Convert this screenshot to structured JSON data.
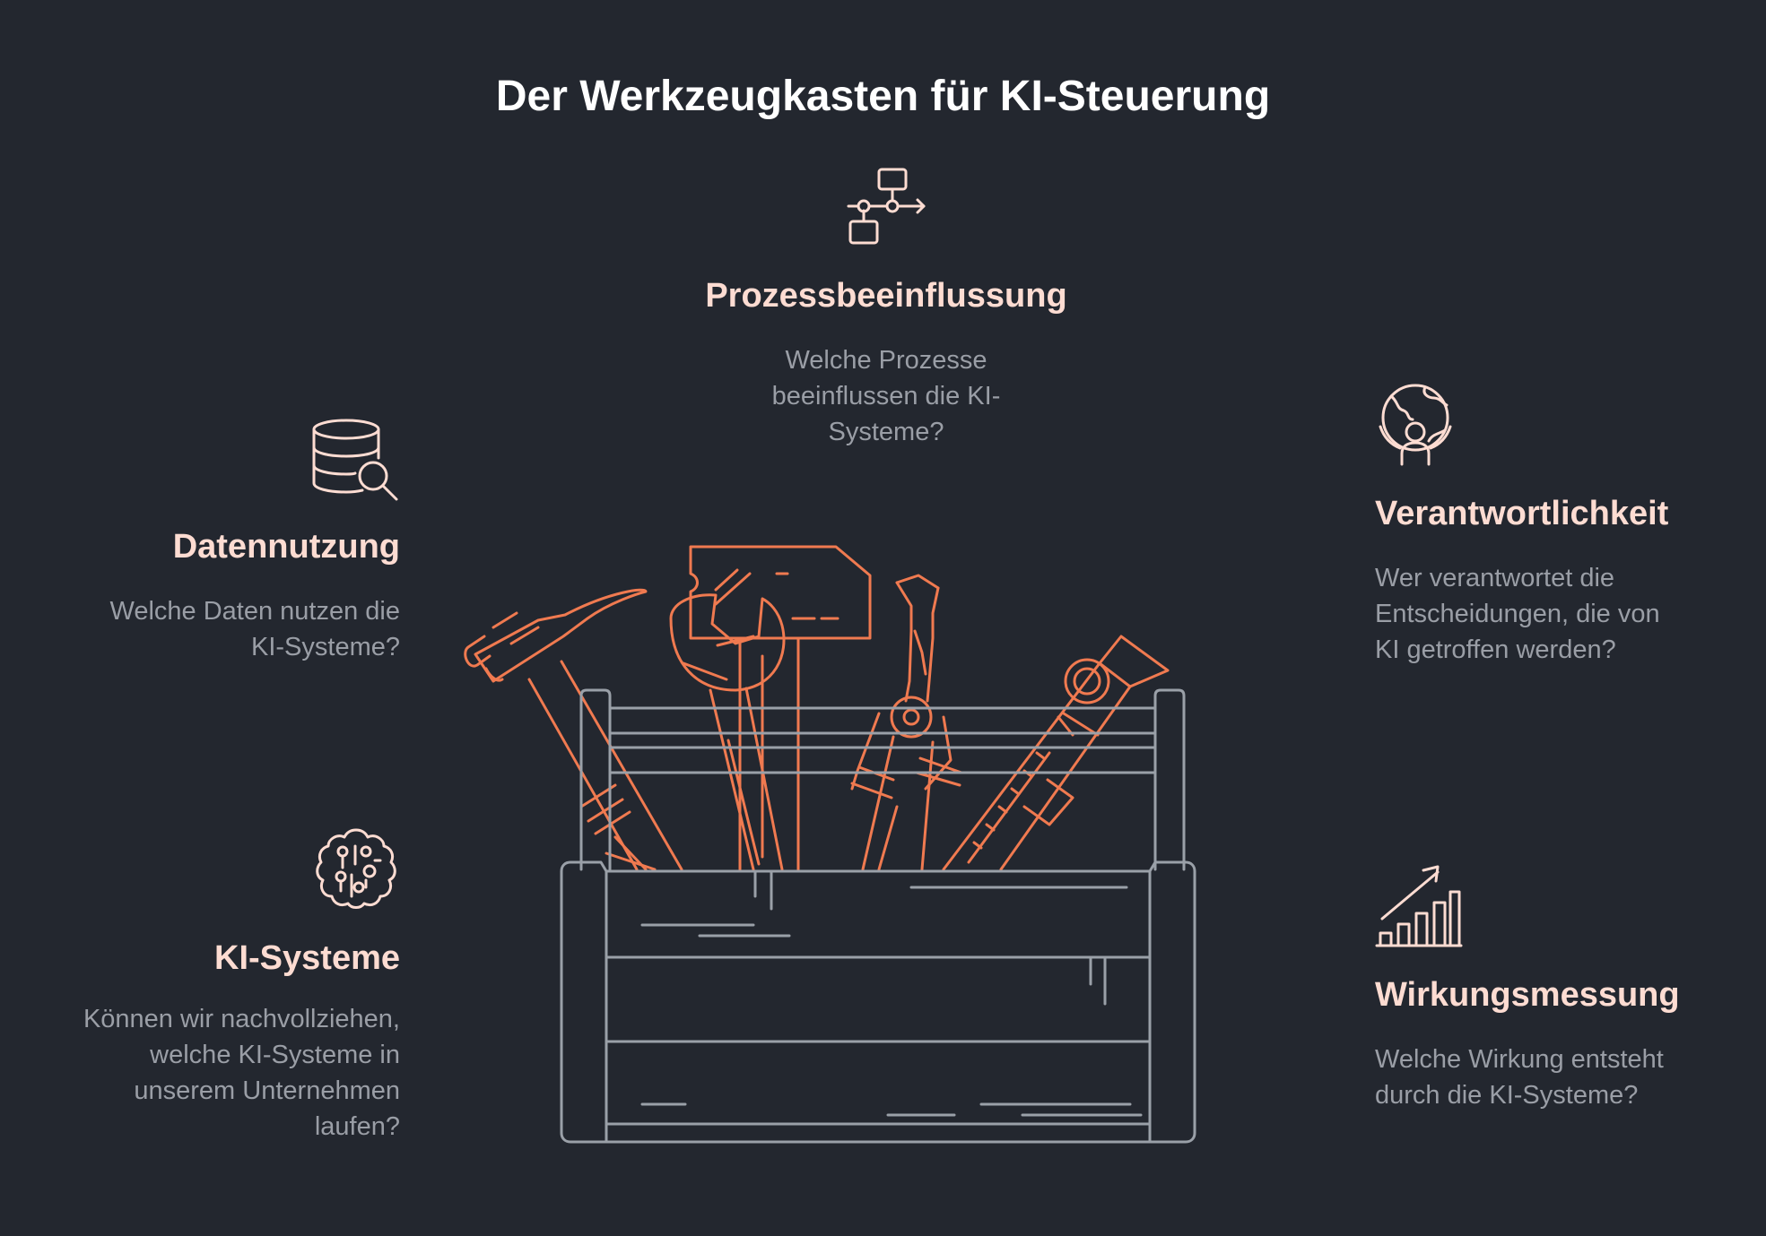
{
  "title": "Der Werkzeugkasten für KI-Steuerung",
  "colors": {
    "background": "#23272f",
    "heading": "#fddcd2",
    "body_text": "#9a9ea6",
    "accent": "#f07a50",
    "box_outline": "#9aa0a8",
    "title": "#ffffff"
  },
  "items": {
    "prozess": {
      "icon": "process-flow-icon",
      "heading": "Prozessbeeinflussung",
      "question": "Welche Prozesse beeinflussen die KI-Systeme?"
    },
    "daten": {
      "icon": "database-search-icon",
      "heading": "Datennutzung",
      "question": "Welche Daten nutzen die KI-Systeme?"
    },
    "verantwort": {
      "icon": "globe-person-icon",
      "heading": "Verantwortlichkeit",
      "question": "Wer verantwortet die Entscheidungen, die von KI getroffen werden?"
    },
    "ki": {
      "icon": "brain-circuit-icon",
      "heading": "KI-Systeme",
      "question": "Können wir nachvollziehen, welche KI-Systeme in unserem Unternehmen laufen?"
    },
    "wirkung": {
      "icon": "growth-chart-icon",
      "heading": "Wirkungsmessung",
      "question": "Welche Wirkung entsteht durch die KI-Systeme?"
    }
  },
  "illustration": {
    "icon": "toolbox-icon",
    "tools": [
      "claw-hammer-icon",
      "wrench-icon",
      "sledgehammer-icon",
      "pliers-icon",
      "spirit-level-icon"
    ]
  }
}
